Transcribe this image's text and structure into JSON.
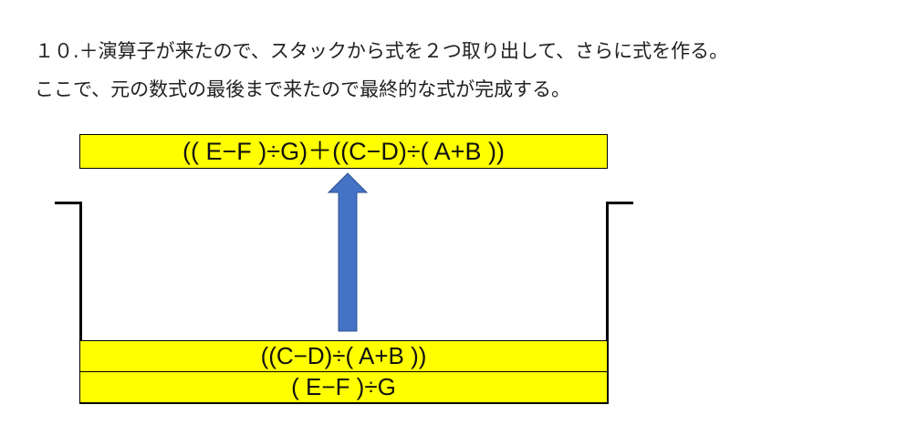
{
  "text": {
    "line1": "１０.＋演算子が来たので、スタックから式を２つ取り出して、さらに式を作る。",
    "line2": "ここで、元の数式の最後まで来たので最終的な式が完成する。"
  },
  "result_expression": "(( E−F )÷G)＋((C−D)÷( A+B ))",
  "stack": [
    "((C−D)÷( A+B ))",
    "( E−F )÷G"
  ],
  "colors": {
    "box": "#ffff00",
    "arrow": "#4472c4"
  }
}
